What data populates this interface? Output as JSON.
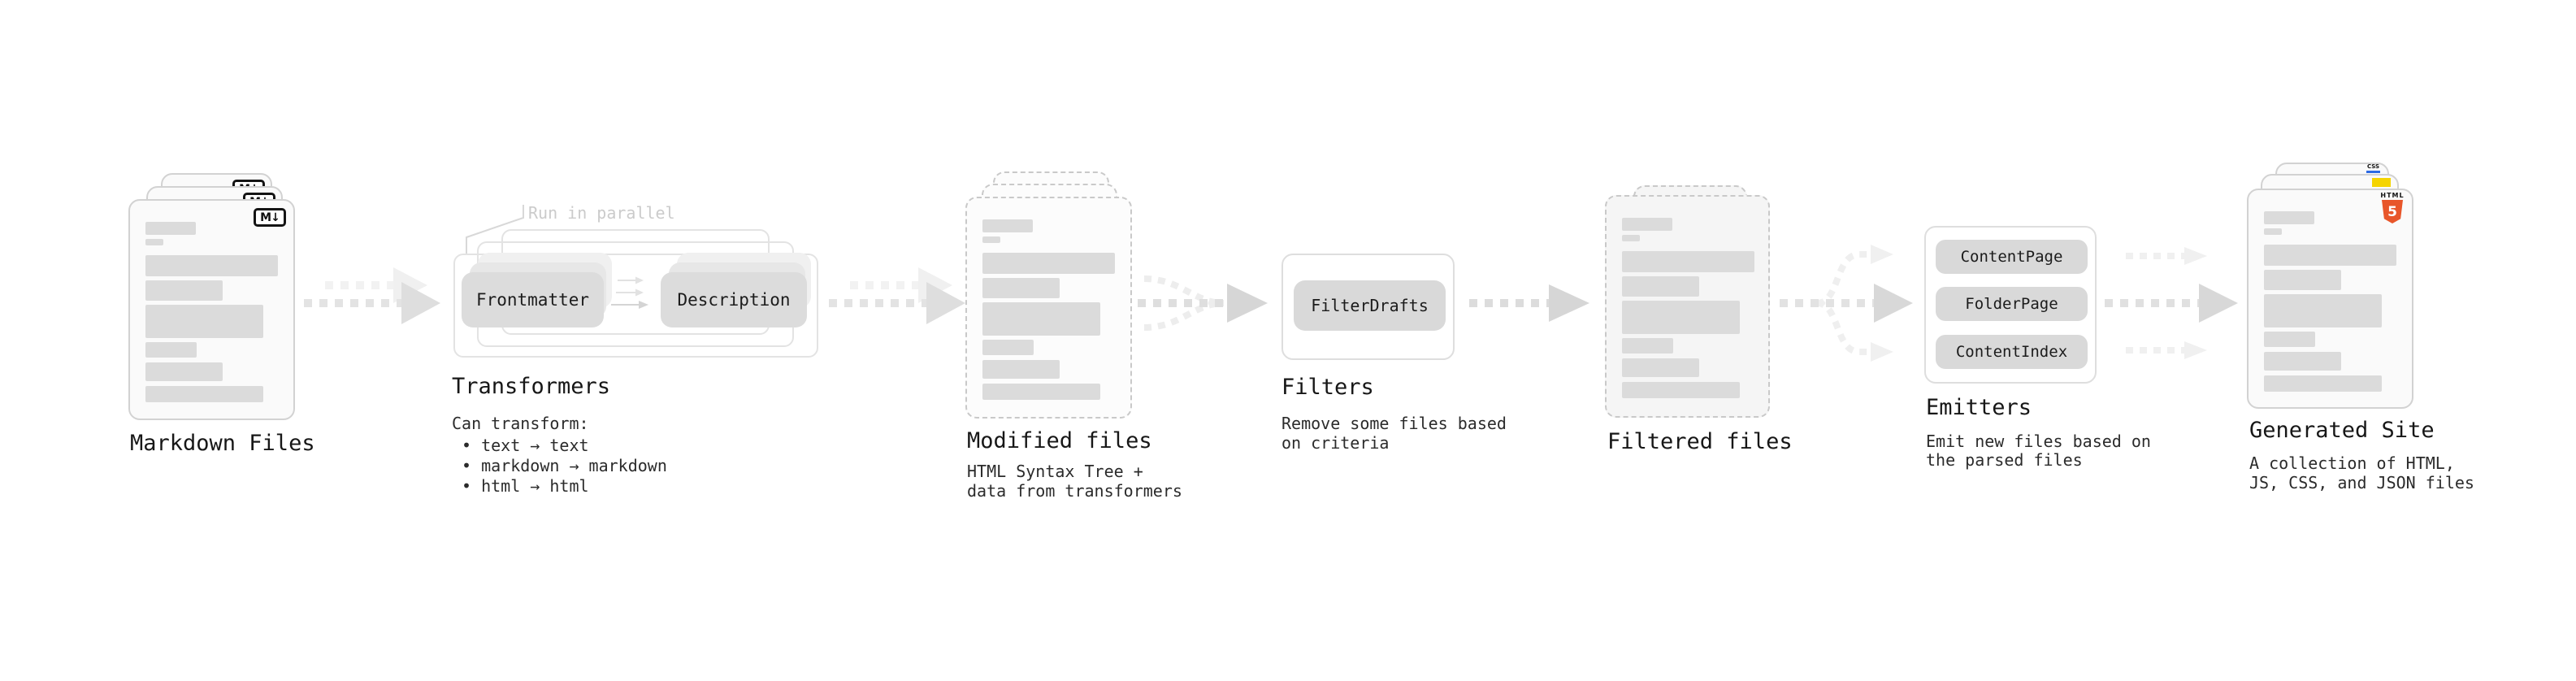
{
  "stages": {
    "markdown": {
      "label": "Markdown Files",
      "badge": "M↓"
    },
    "transformers": {
      "label": "Transformers",
      "note": "Run in parallel",
      "pills": [
        "Frontmatter",
        "Description"
      ],
      "desc_title": "Can transform:",
      "bullets": [
        "• text → text",
        "• markdown → markdown",
        "• html → html"
      ]
    },
    "modified": {
      "label": "Modified files",
      "desc": [
        "HTML Syntax Tree +",
        "data from transformers"
      ]
    },
    "filters": {
      "label": "Filters",
      "pill": "FilterDrafts",
      "desc": [
        "Remove some files based",
        "on criteria"
      ]
    },
    "filtered": {
      "label": "Filtered files"
    },
    "emitters": {
      "label": "Emitters",
      "pills": [
        "ContentPage",
        "FolderPage",
        "ContentIndex"
      ],
      "desc": [
        "Emit new files based on",
        "the parsed files"
      ]
    },
    "generated": {
      "label": "Generated Site",
      "badges": {
        "css": "CSS",
        "html_word": "HTML",
        "html_number": "5"
      },
      "desc": [
        "A collection of HTML,",
        "JS, CSS, and JSON files"
      ]
    }
  },
  "colors": {
    "html5_orange": "#e8562a",
    "js_yellow": "#f5d400",
    "css_blue": "#2d6ae3"
  }
}
